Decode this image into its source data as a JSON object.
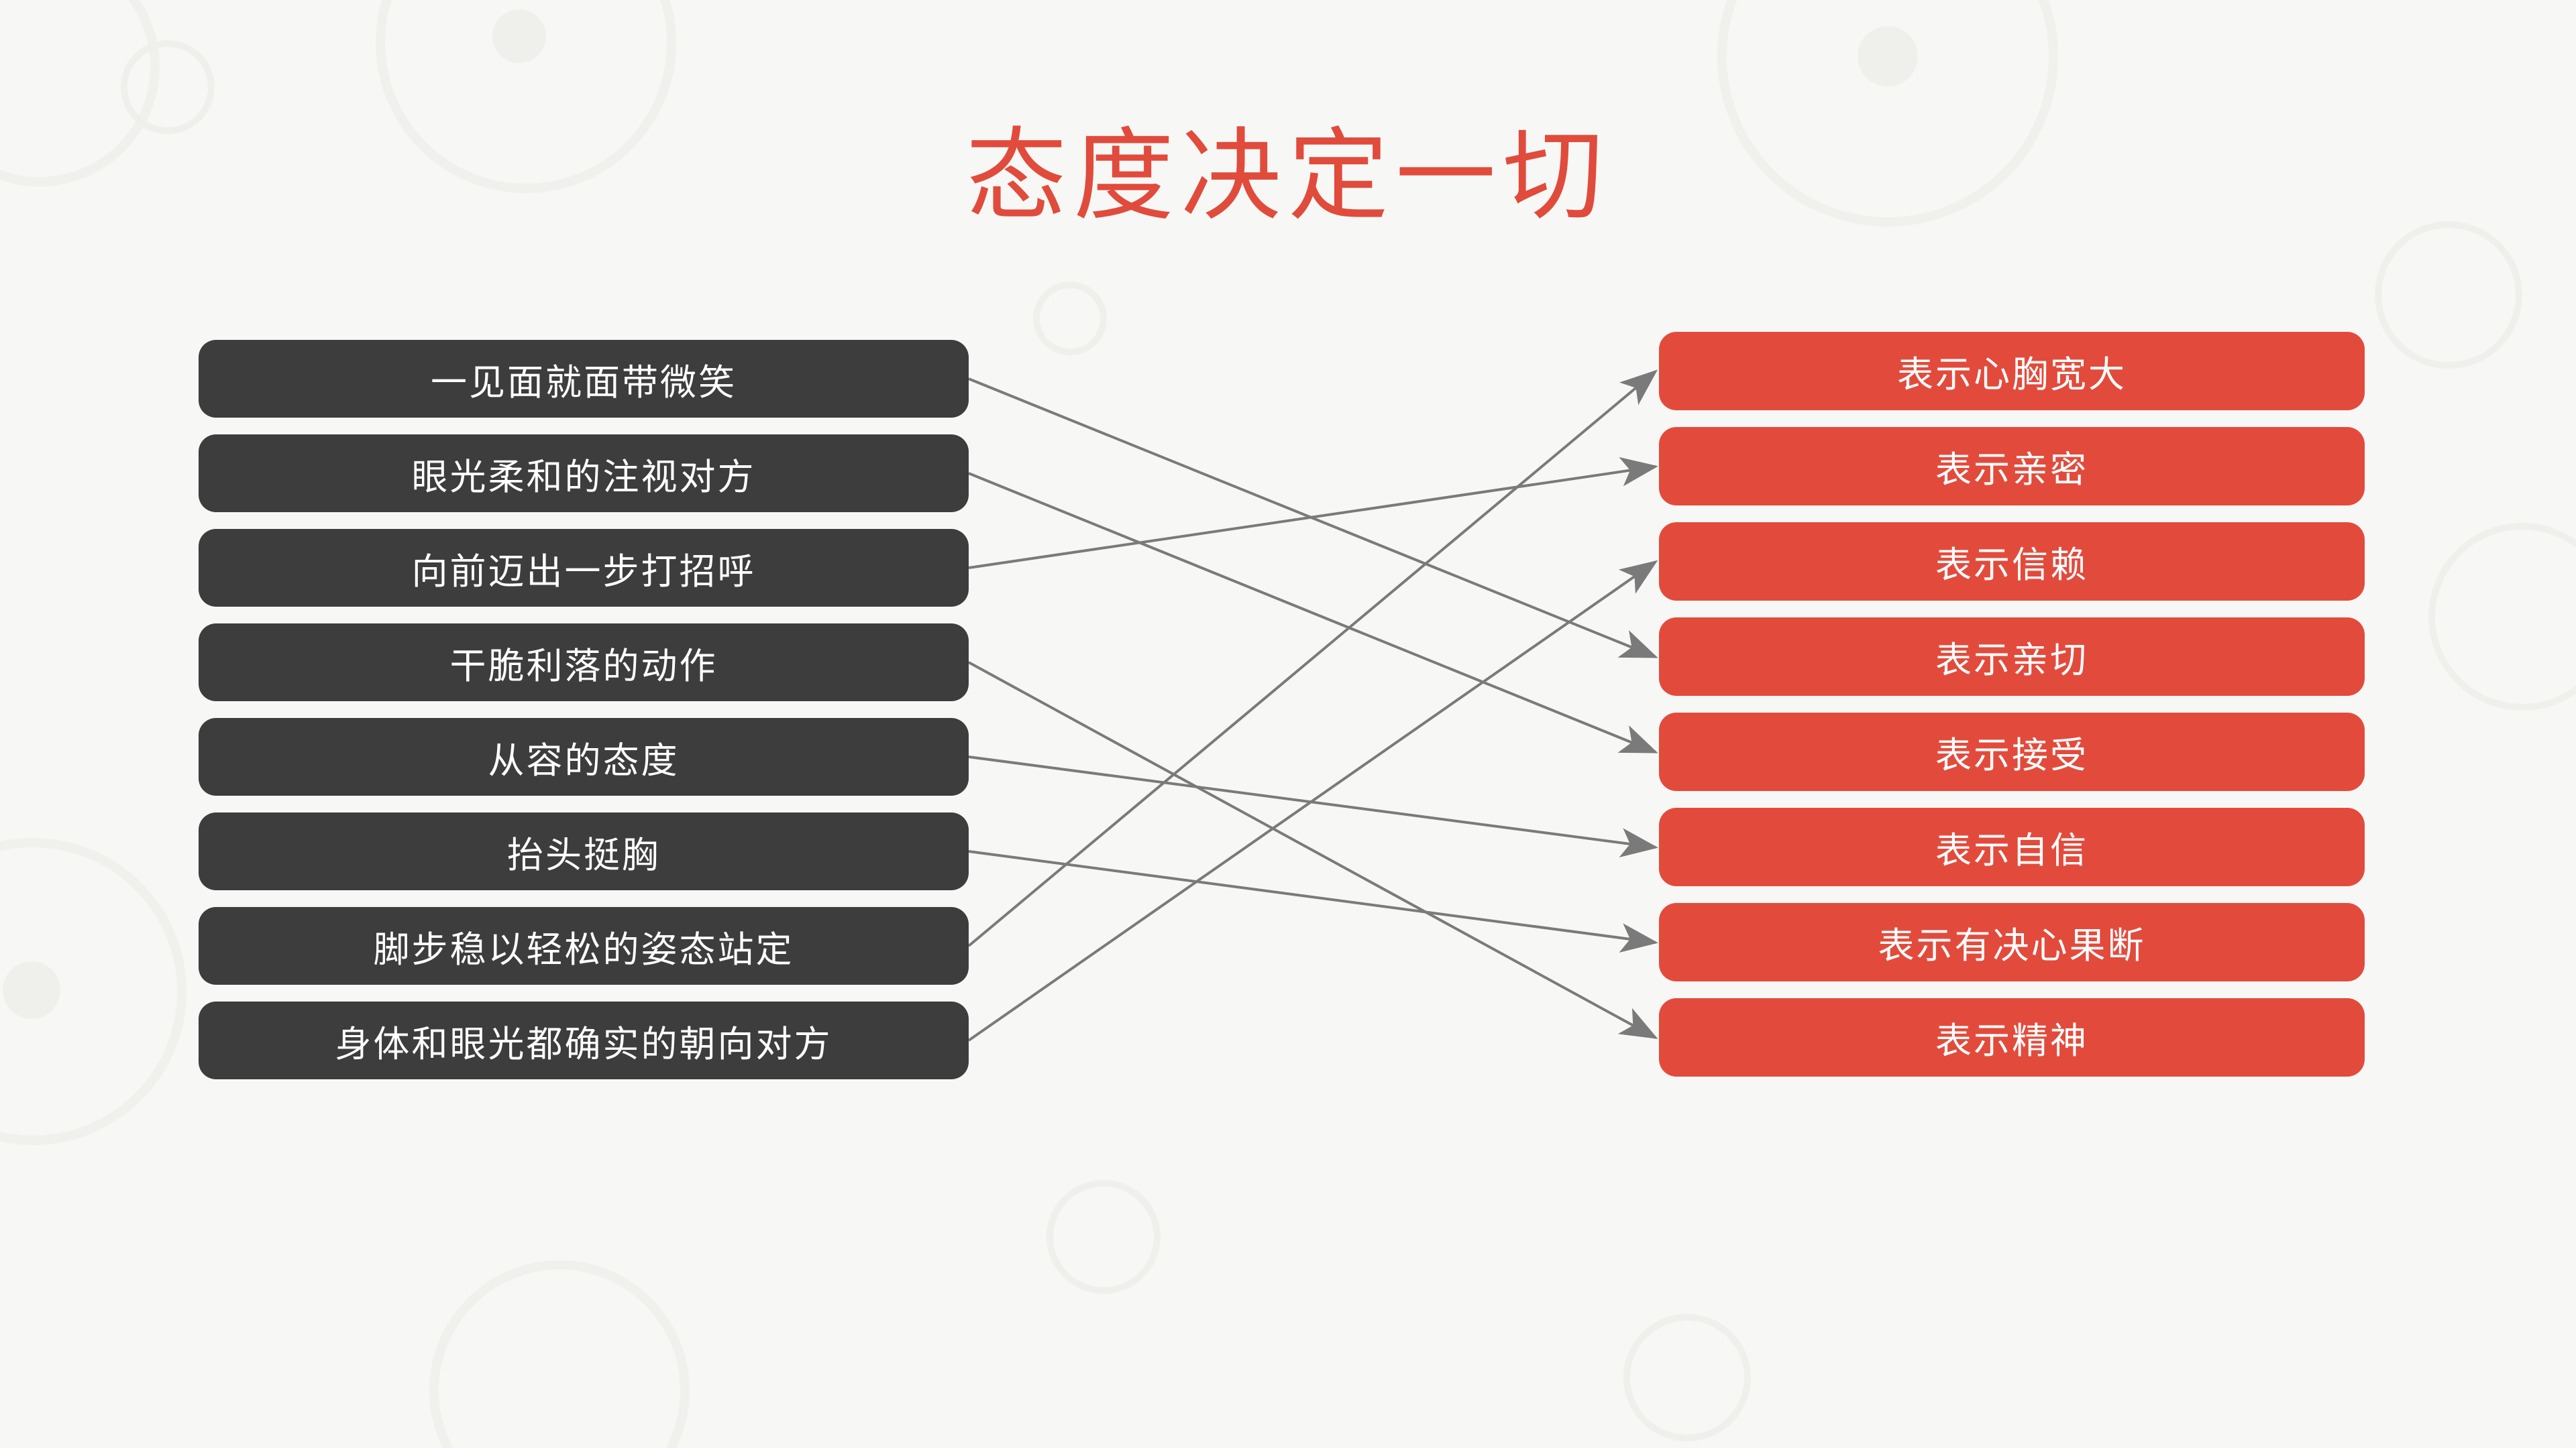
{
  "title": "态度决定一切",
  "accent_color": "#e04b3c",
  "left_node_color": "#3d3d3d",
  "right_node_color": "#e24b3c",
  "background_color": "#f7f7f5",
  "connector_color": "#7a7a7a",
  "left_column": {
    "nodes": [
      {
        "label": "一见面就面带微笑"
      },
      {
        "label": "眼光柔和的注视对方"
      },
      {
        "label": "向前迈出一步打招呼"
      },
      {
        "label": "干脆利落的动作"
      },
      {
        "label": "从容的态度"
      },
      {
        "label": "抬头挺胸"
      },
      {
        "label": "脚步稳以轻松的姿态站定"
      },
      {
        "label": "身体和眼光都确实的朝向对方"
      }
    ]
  },
  "right_column": {
    "nodes": [
      {
        "label": "表示心胸宽大"
      },
      {
        "label": "表示亲密"
      },
      {
        "label": "表示信赖"
      },
      {
        "label": "表示亲切"
      },
      {
        "label": "表示接受"
      },
      {
        "label": "表示自信"
      },
      {
        "label": "表示有决心果断"
      },
      {
        "label": "表示精神"
      }
    ]
  },
  "connections": [
    {
      "from": 0,
      "to": 3
    },
    {
      "from": 1,
      "to": 4
    },
    {
      "from": 2,
      "to": 1
    },
    {
      "from": 3,
      "to": 7
    },
    {
      "from": 4,
      "to": 5
    },
    {
      "from": 5,
      "to": 6
    },
    {
      "from": 6,
      "to": 0
    },
    {
      "from": 7,
      "to": 2
    }
  ]
}
